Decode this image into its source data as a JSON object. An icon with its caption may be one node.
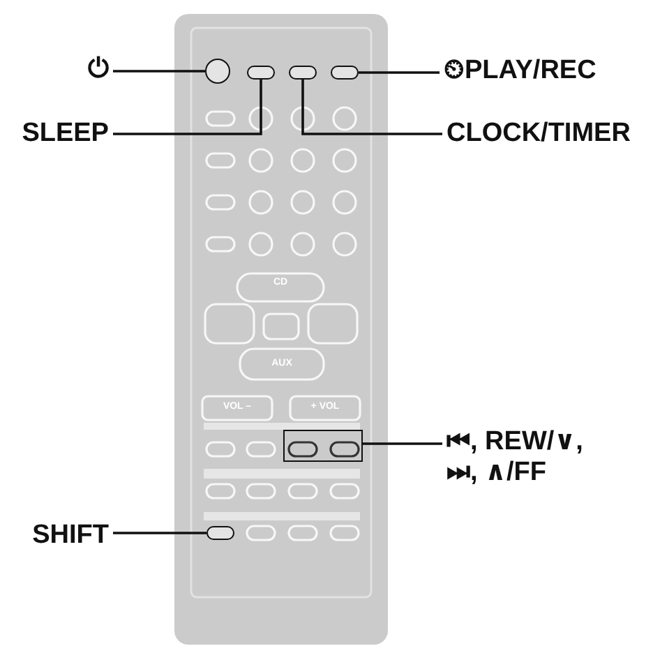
{
  "diagram": {
    "nodes": [
      {
        "text": [
          "⏻"
        ]
      },
      {
        "text": [],
        "shape": "circle"
      },
      {
        "text": [],
        "shape": "oval"
      },
      {
        "text": [],
        "shape": "oval"
      },
      {
        "text": [],
        "shape": "oval"
      },
      {
        "text": [
          "⏲PLAY/REC"
        ]
      },
      {
        "text": [
          "SLEEP"
        ]
      },
      {
        "text": [
          "CLOCK/TIMER"
        ]
      },
      {
        "text": [],
        "shape": "box"
      },
      {
        "text": [
          "⏮, REW/∨, ⏭, ∧/FF"
        ]
      },
      {
        "text": [
          "SHIFT"
        ]
      },
      {
        "text": [],
        "shape": "oval"
      }
    ],
    "edges": [
      {
        "from": 0,
        "to": 1,
        "arrow": "none"
      },
      {
        "from": 5,
        "to": 4,
        "arrow": "none"
      },
      {
        "from": 6,
        "to": 2,
        "arrow": "none"
      },
      {
        "from": 7,
        "to": 3,
        "arrow": "none"
      },
      {
        "from": 9,
        "to": 8,
        "arrow": "none"
      },
      {
        "from": 10,
        "to": 11,
        "arrow": "none"
      }
    ],
    "labels": [
      "CD",
      "AUX",
      "VOL –",
      "+ VOL"
    ]
  }
}
